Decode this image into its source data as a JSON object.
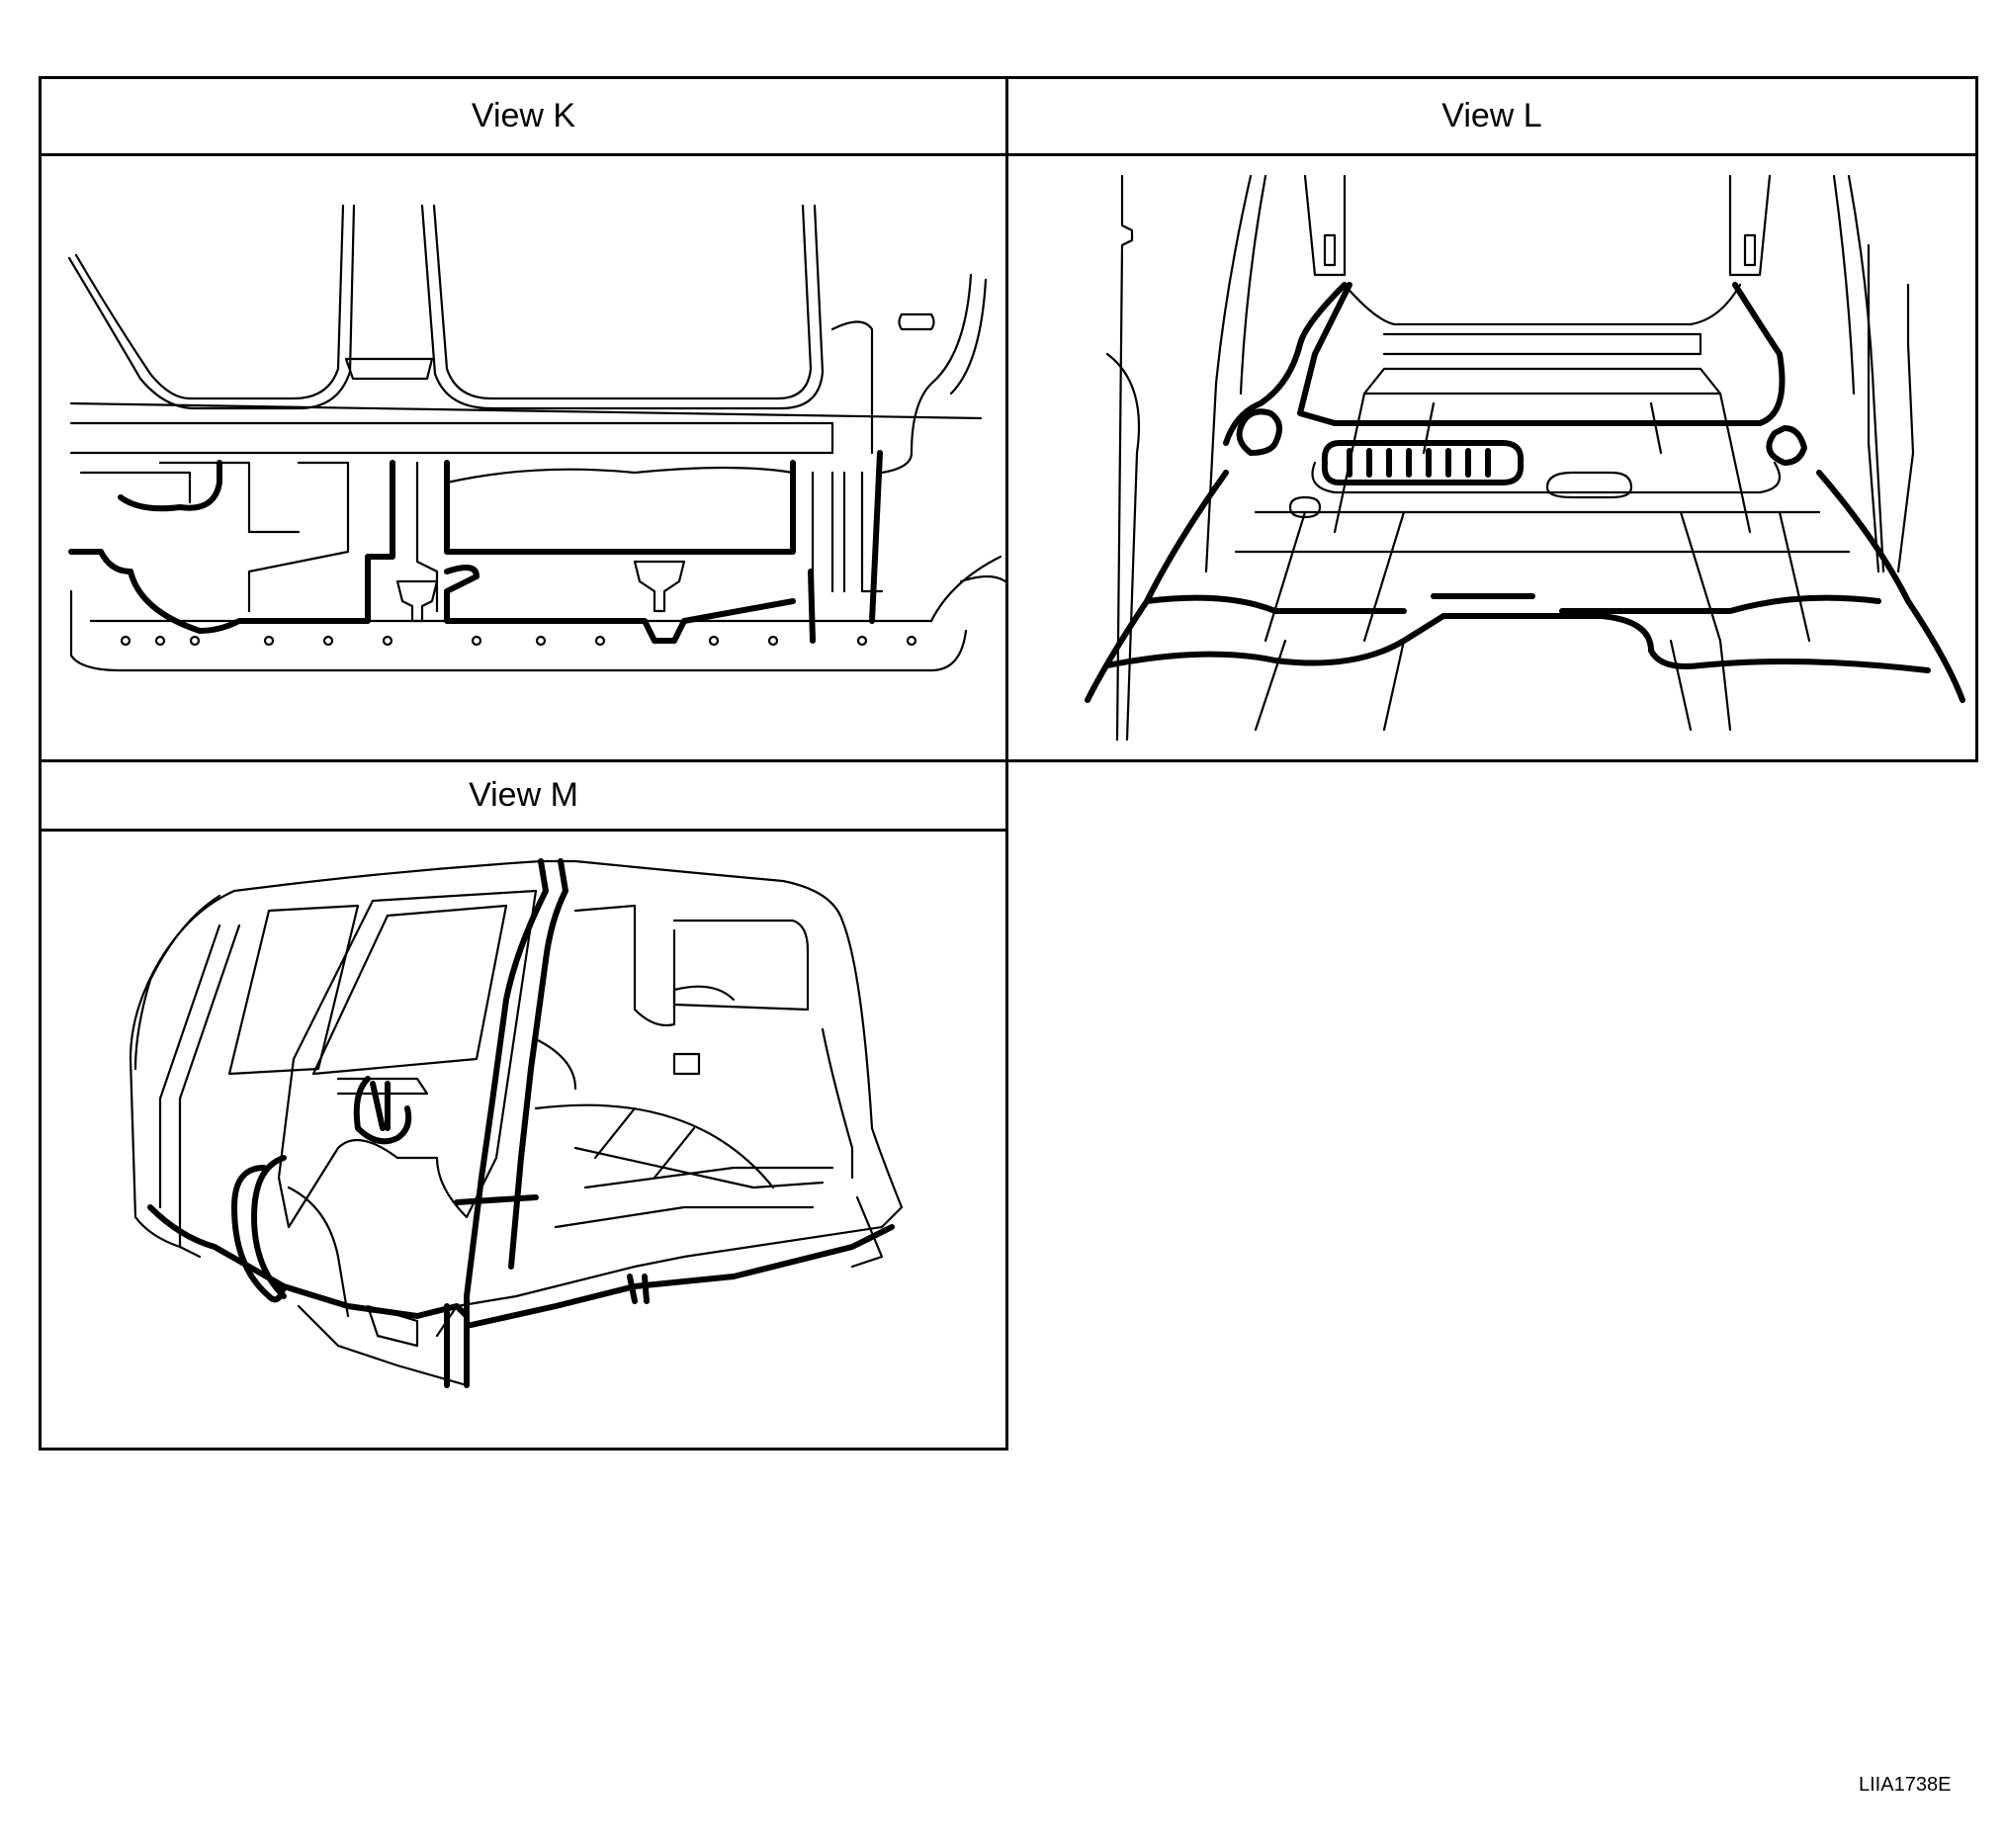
{
  "views": {
    "k": {
      "label": "View K"
    },
    "l": {
      "label": "View L"
    },
    "m": {
      "label": "View M"
    }
  },
  "figure_code": "LIIA1738E"
}
